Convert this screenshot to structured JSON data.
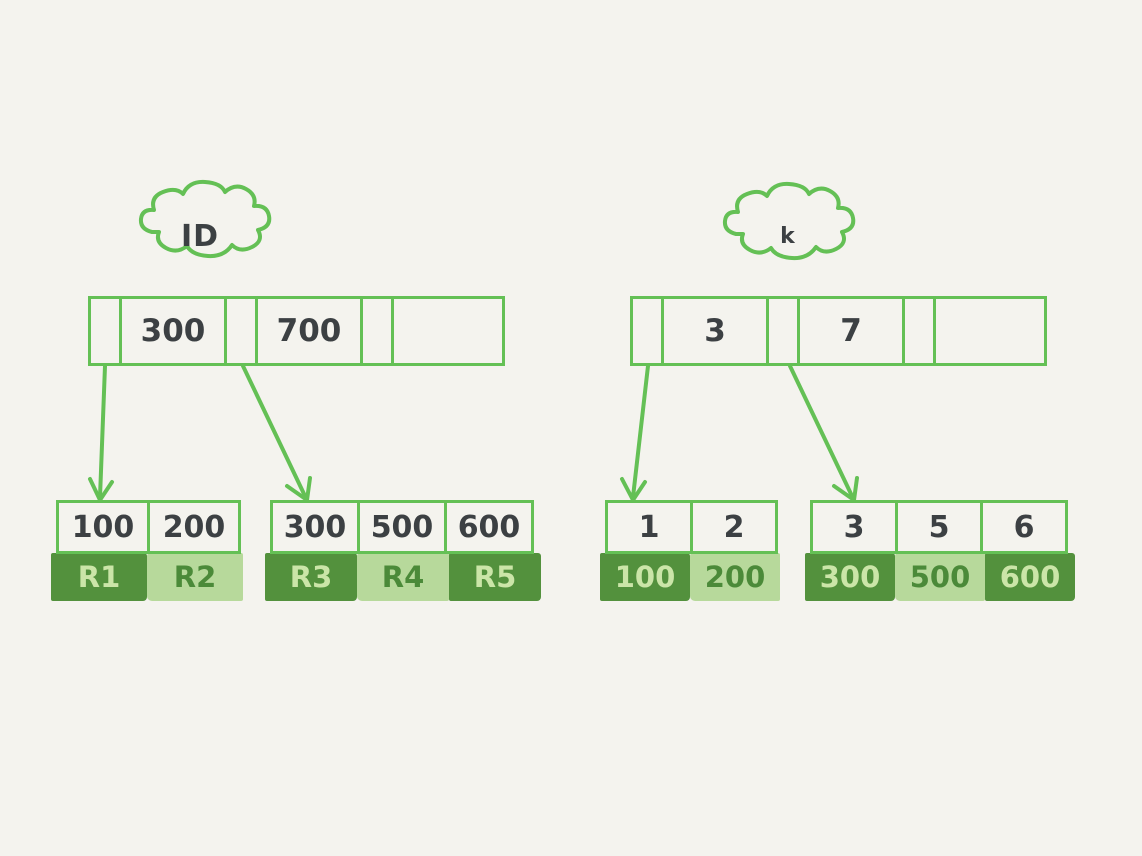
{
  "diagram": {
    "background_color": "#f4f3ee",
    "stroke_color": "#64c055",
    "text_color": "#3c4043",
    "dark_cell_color": "#53913d",
    "light_cell_color": "#b7d99b",
    "dark_cell_text_color": "#cbe5a8",
    "light_cell_text_color": "#4b8a39"
  },
  "trees": [
    {
      "id": "left-tree",
      "cloud_label": "ID",
      "root": {
        "keys": [
          "300",
          "700"
        ],
        "pointer_count": 3
      },
      "leaves": [
        {
          "id": "leaf-1",
          "keys": [
            "100",
            "200"
          ],
          "values": [
            "R1",
            "R2"
          ],
          "shades": [
            "dark",
            "light"
          ]
        },
        {
          "id": "leaf-2",
          "keys": [
            "300",
            "500",
            "600"
          ],
          "values": [
            "R3",
            "R4",
            "R5"
          ],
          "shades": [
            "dark",
            "light",
            "dark"
          ]
        }
      ]
    },
    {
      "id": "right-tree",
      "cloud_label": "k",
      "root": {
        "keys": [
          "3",
          "7"
        ],
        "pointer_count": 3
      },
      "leaves": [
        {
          "id": "leaf-3",
          "keys": [
            "1",
            "2"
          ],
          "values": [
            "100",
            "200"
          ],
          "shades": [
            "dark",
            "light"
          ]
        },
        {
          "id": "leaf-4",
          "keys": [
            "3",
            "5",
            "6"
          ],
          "values": [
            "300",
            "500",
            "600"
          ],
          "shades": [
            "dark",
            "light",
            "dark"
          ]
        }
      ]
    }
  ]
}
